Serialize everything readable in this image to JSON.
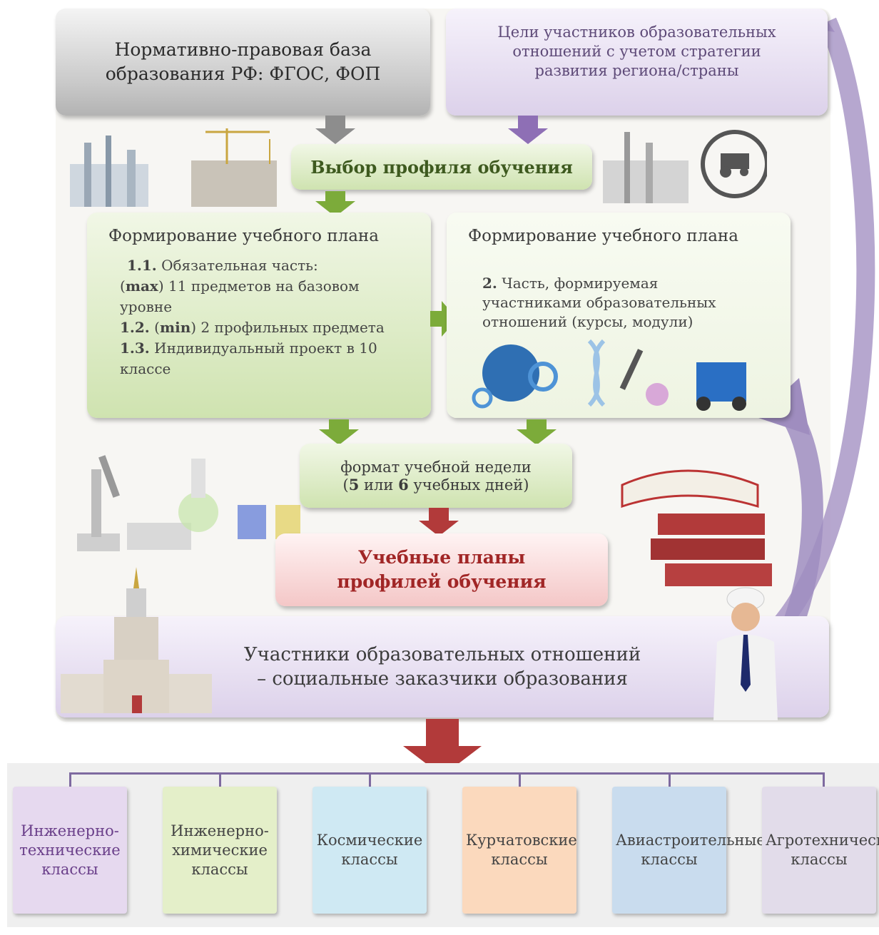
{
  "top_left_box": {
    "line1": "Нормативно-правовая база",
    "line2": "образования РФ: ФГОС, ФОП"
  },
  "top_right_box": {
    "line1": "Цели участников образовательных",
    "line2": "отношений с учетом стратегии",
    "line3": "развития региона/страны"
  },
  "profile_choice": "Выбор  профиля обучения",
  "plan_left": {
    "title": "Формирование учебного плана",
    "item1_num": "1.1.",
    "item1_text": " Обязательная часть:",
    "item1b_bold": "max",
    "item1b_text": ") 11 предметов на базовом уровне",
    "item2_num": "1.2.",
    "item2_bold": "min",
    "item2_text": ") 2 профильных предмета",
    "item3_num": "1.3.",
    "item3_text": " Индивидуальный проект в 10 классе"
  },
  "plan_right": {
    "title": "Формирование учебного плана",
    "item_num": "2.",
    "item_text": " Часть, формируемая участниками образовательных отношений (курсы, модули)"
  },
  "week_format": {
    "line1": "формат учебной недели",
    "five": "5",
    "or": " или ",
    "six": "6",
    "rest": " учебных дней)"
  },
  "result_box": {
    "line1": "Учебные планы",
    "line2": "профилей обучения"
  },
  "participants": {
    "line1": "Участники образовательных отношений",
    "line2": "– социальные заказчики образования"
  },
  "classes": [
    {
      "label": "Инженерно-технические классы",
      "color": "#e6d9ef",
      "text_color": "#6a3f8a"
    },
    {
      "label": "Инженерно-химические классы",
      "color": "#e4efc9",
      "text_color": "#444444"
    },
    {
      "label": "Космические классы",
      "color": "#cfe9f3",
      "text_color": "#444444"
    },
    {
      "label": "Курчатовские классы",
      "color": "#fbd9bd",
      "text_color": "#444444"
    },
    {
      "label": "Авиастроительные классы",
      "color": "#c9dcee",
      "text_color": "#444444"
    },
    {
      "label": "Агротехнические классы",
      "color": "#e2dcea",
      "text_color": "#444444"
    }
  ],
  "colors": {
    "grey_arrow": "#8d8d8d",
    "purple_arrow": "#8e6fb5",
    "green_arrow": "#7cab3a",
    "red_arrow": "#b23a3a",
    "line": "#7e6aa0"
  }
}
